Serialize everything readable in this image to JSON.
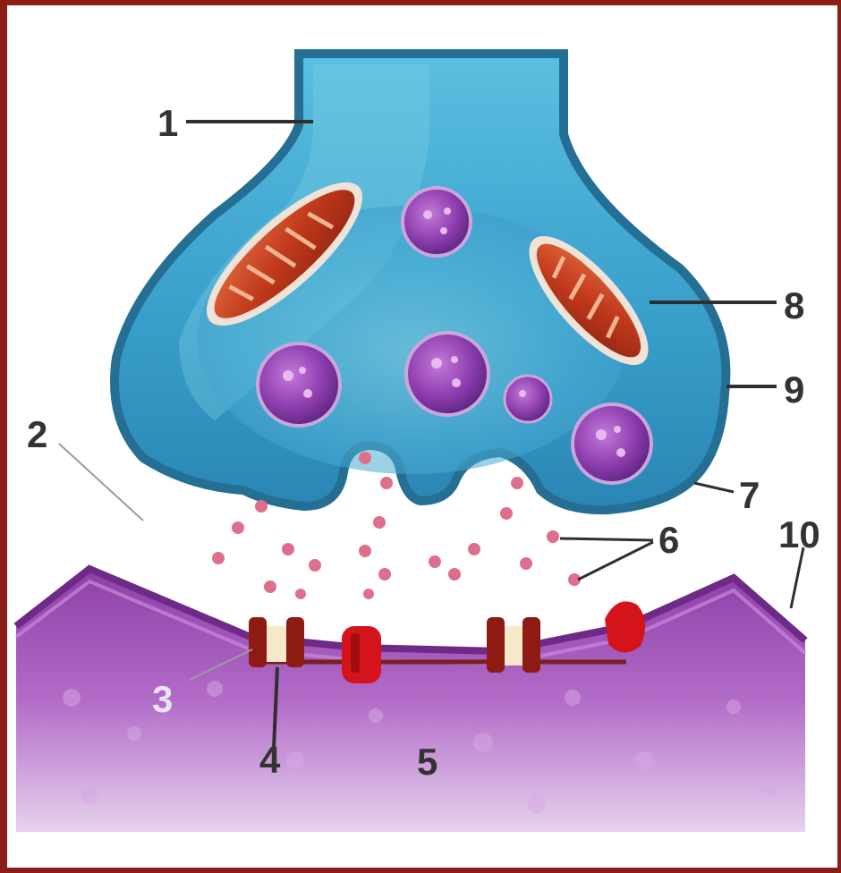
{
  "diagram": {
    "labels": {
      "l1": "1",
      "l2": "2",
      "l3": "3",
      "l4": "4",
      "l5": "5",
      "l6": "6",
      "l7": "7",
      "l8": "8",
      "l9": "9",
      "l10": "10"
    },
    "colors": {
      "frame": "#8a1e14",
      "presynaptic_terminal": "#3a9cc8",
      "postsynaptic_cell": "#a95fc0",
      "mitochondria": "#c2401f",
      "vesicles": "#8c3fa8",
      "neurotransmitter": "#e0708a",
      "receptors": "#c8141a"
    }
  }
}
